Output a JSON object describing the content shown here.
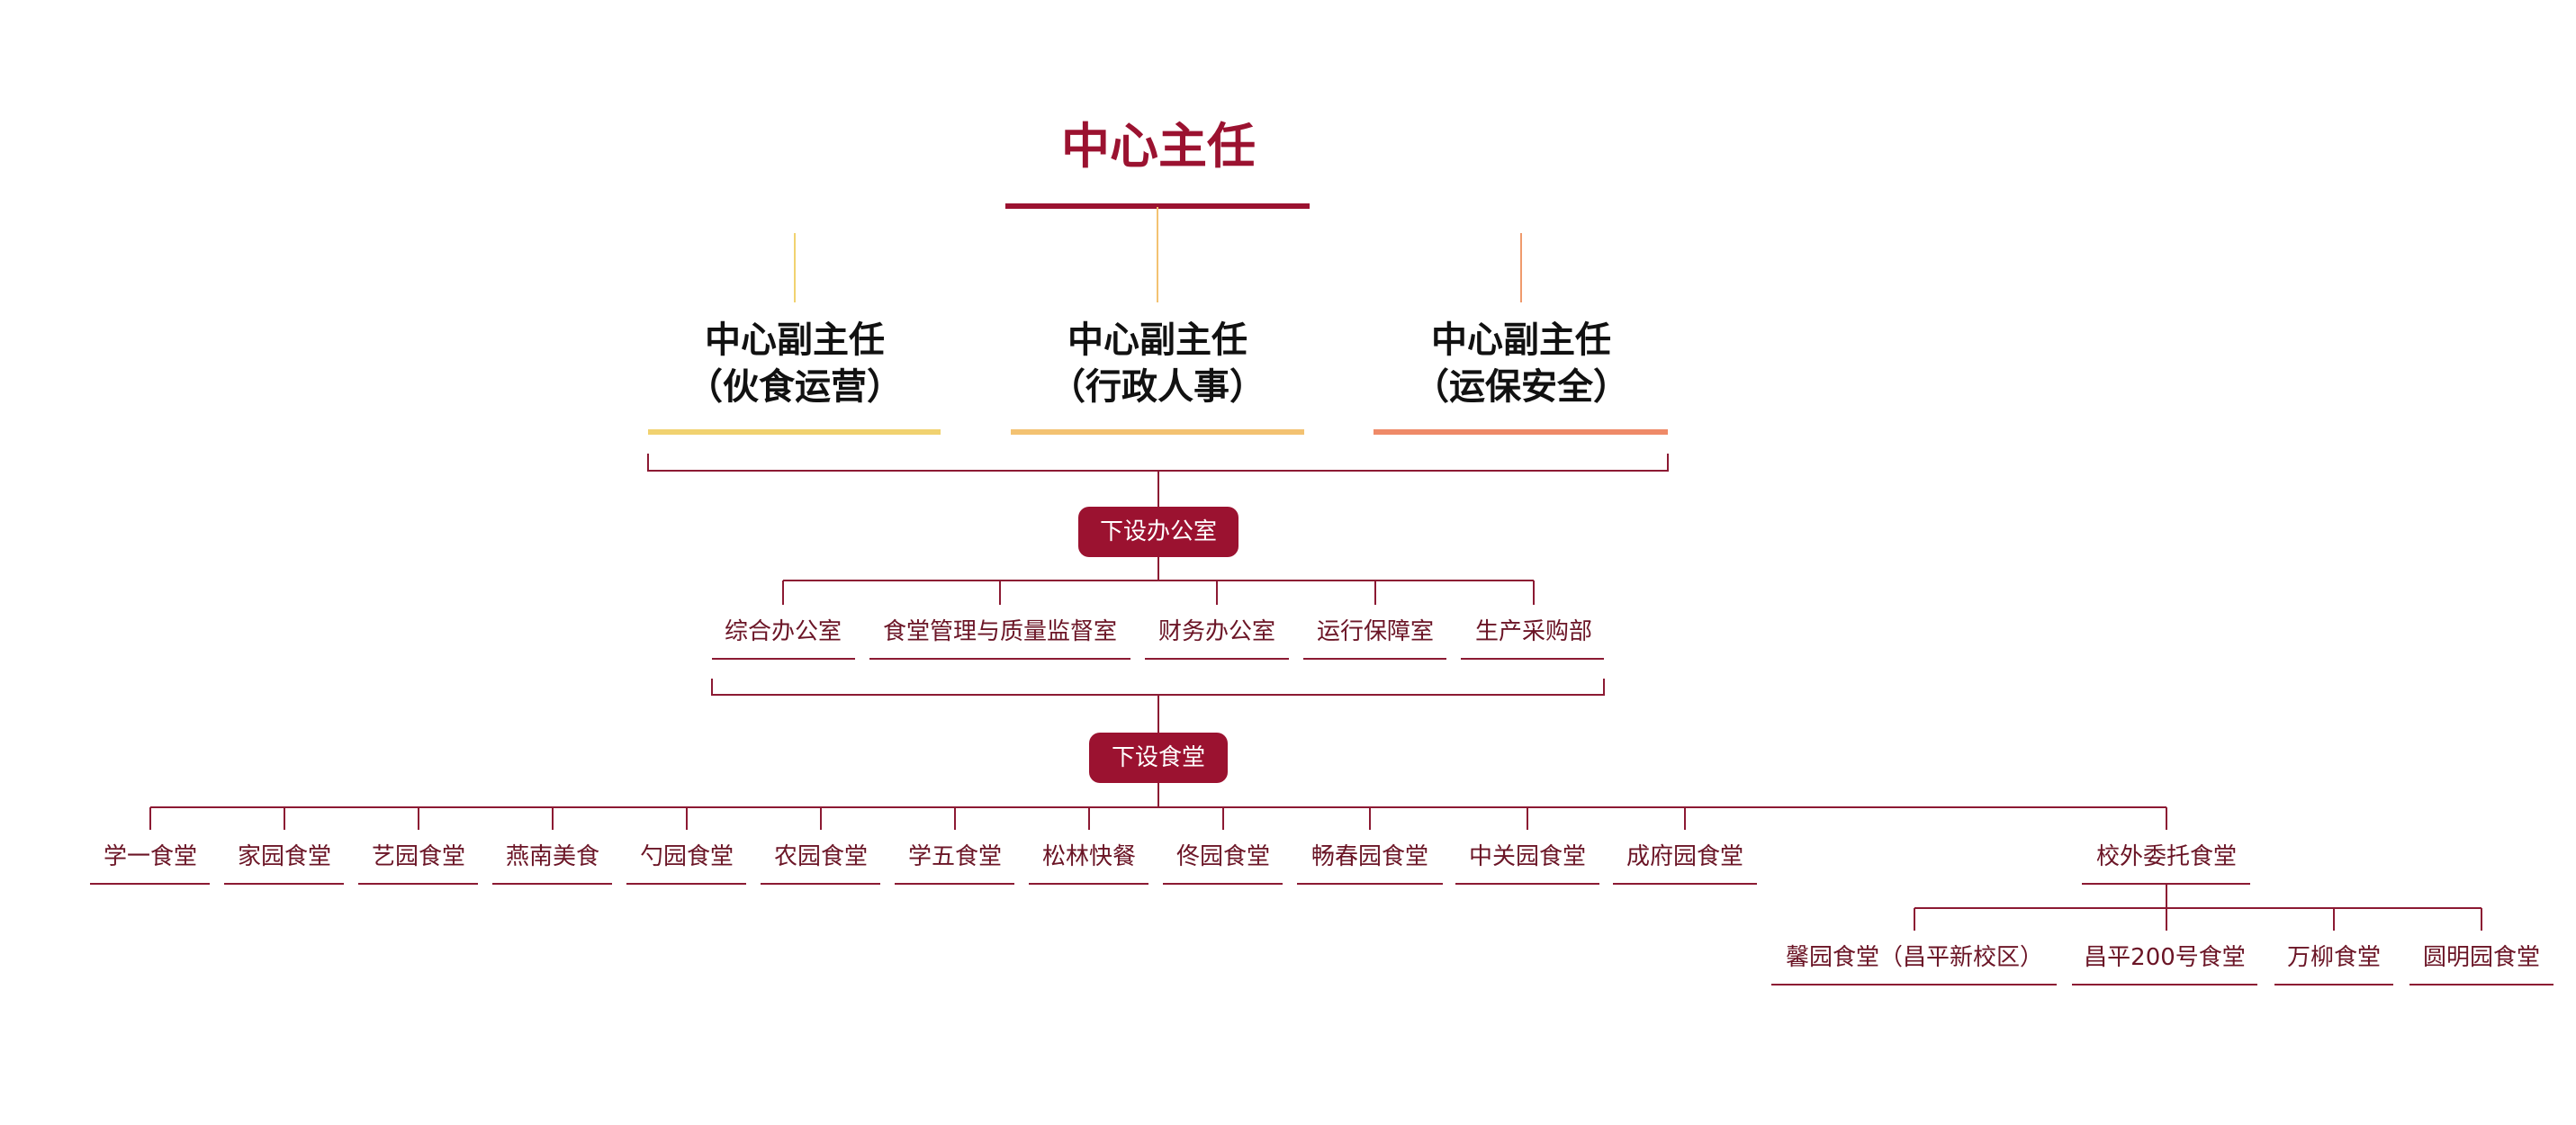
{
  "title": "中心主任",
  "deputies": [
    {
      "line1": "中心副主任",
      "line2": "（伙食运营）",
      "color": "#f1d270"
    },
    {
      "line1": "中心副主任",
      "line2": "（行政人事）",
      "color": "#f3c272"
    },
    {
      "line1": "中心副主任",
      "line2": "（运保安全）",
      "color": "#ef8a68"
    }
  ],
  "office_badge": "下设办公室",
  "offices": [
    "综合办公室",
    "食堂管理与质量监督室",
    "财务办公室",
    "运行保障室",
    "生产采购部"
  ],
  "canteen_badge": "下设食堂",
  "canteens": [
    "学一食堂",
    "家园食堂",
    "艺园食堂",
    "燕南美食",
    "勺园食堂",
    "农园食堂",
    "学五食堂",
    "松林快餐",
    "佟园食堂",
    "畅春园食堂",
    "中关园食堂",
    "成府园食堂"
  ],
  "outsourced": {
    "label": "校外委托食堂",
    "items": [
      "馨园食堂（昌平新校区）",
      "昌平200号食堂",
      "万柳食堂",
      "圆明园食堂"
    ]
  },
  "colors": {
    "primary": "#9b1230",
    "line": "#8c1a33",
    "text": "#6b1526"
  }
}
